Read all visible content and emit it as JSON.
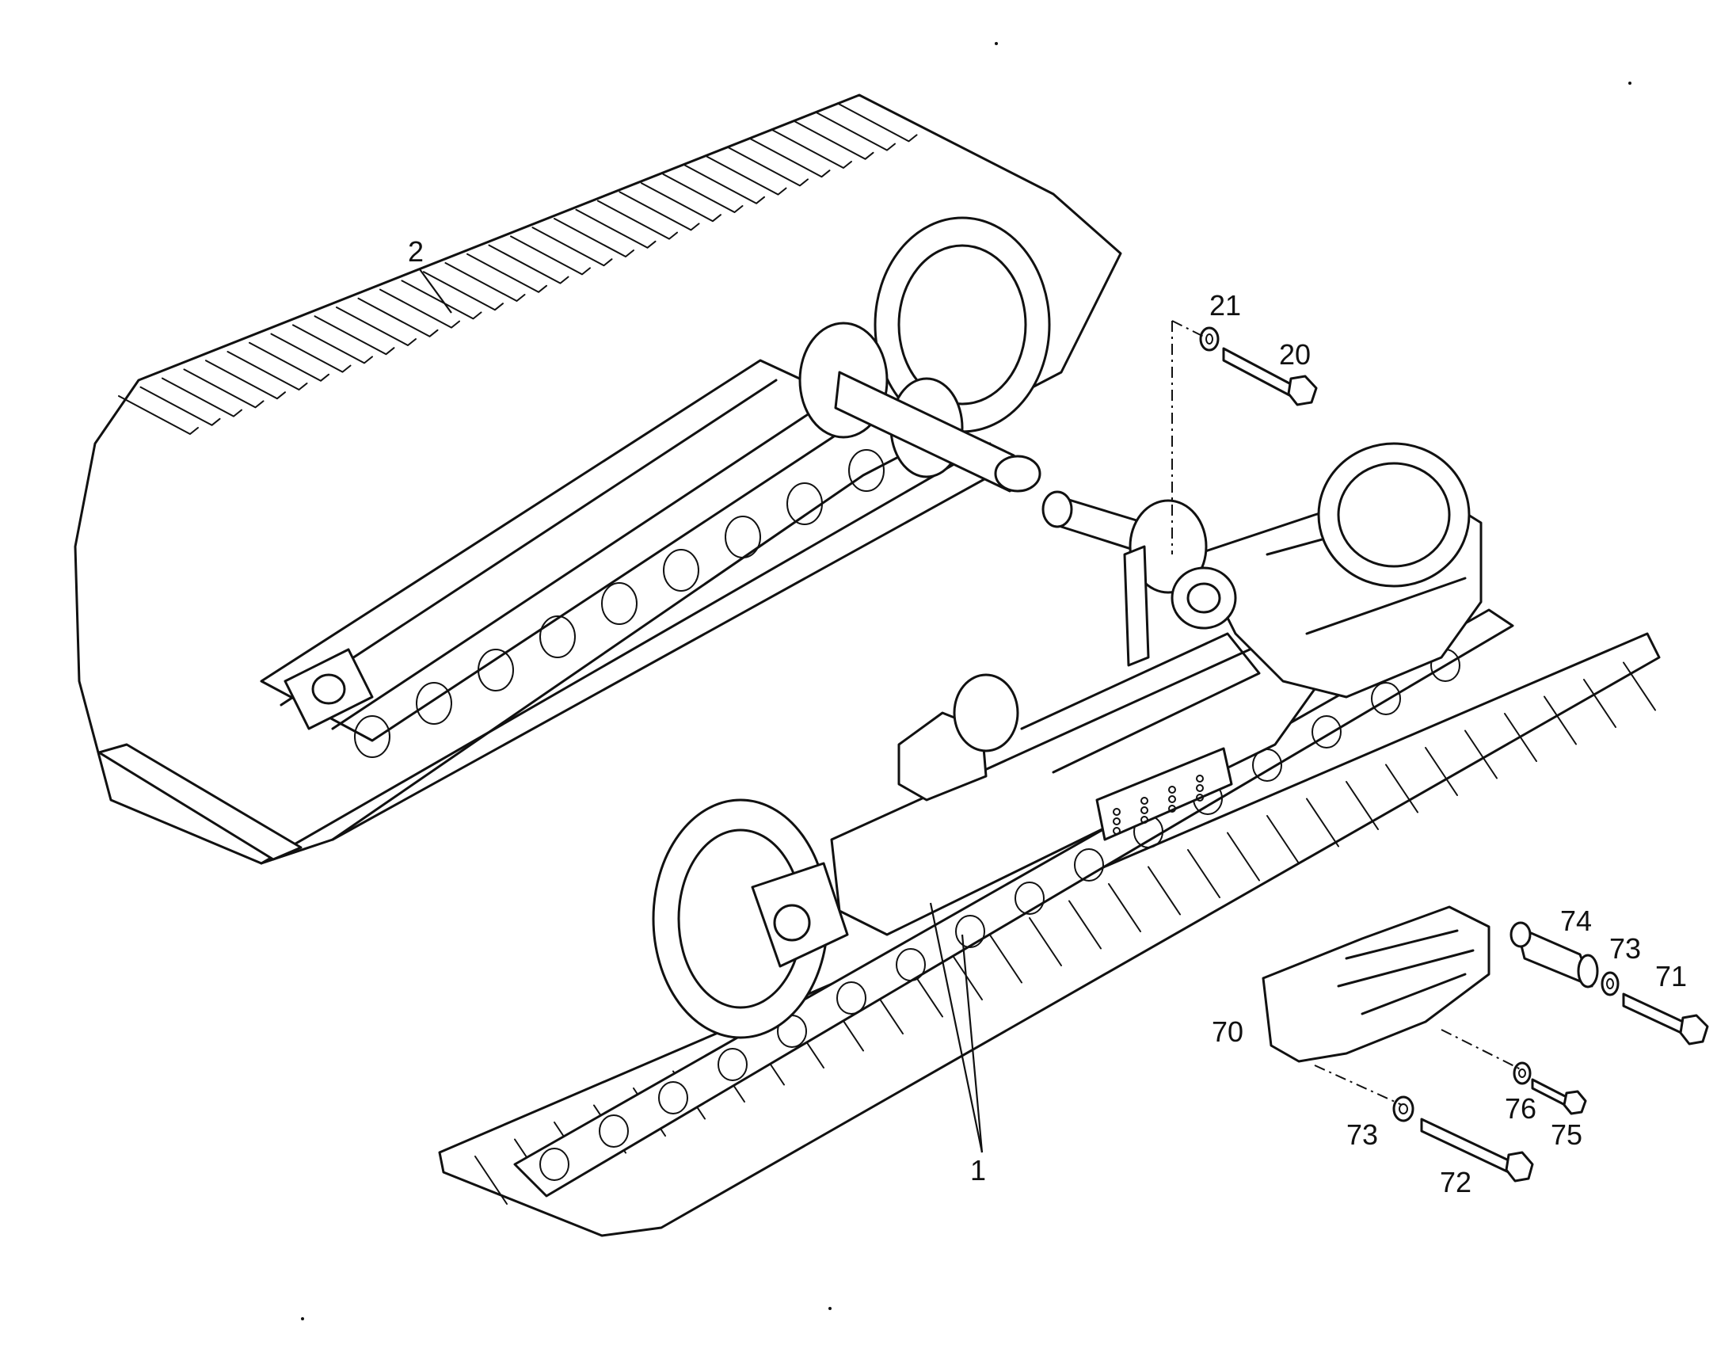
{
  "diagram": {
    "callouts": [
      {
        "id": "2",
        "label": "2"
      },
      {
        "id": "21",
        "label": "21"
      },
      {
        "id": "20",
        "label": "20"
      },
      {
        "id": "1",
        "label": "1"
      },
      {
        "id": "74",
        "label": "74"
      },
      {
        "id": "73a",
        "label": "73"
      },
      {
        "id": "71",
        "label": "71"
      },
      {
        "id": "70",
        "label": "70"
      },
      {
        "id": "76",
        "label": "76"
      },
      {
        "id": "75",
        "label": "75"
      },
      {
        "id": "73b",
        "label": "73"
      },
      {
        "id": "72",
        "label": "72"
      }
    ],
    "colors": {
      "ink": "#111111",
      "paper": "#ffffff"
    }
  }
}
